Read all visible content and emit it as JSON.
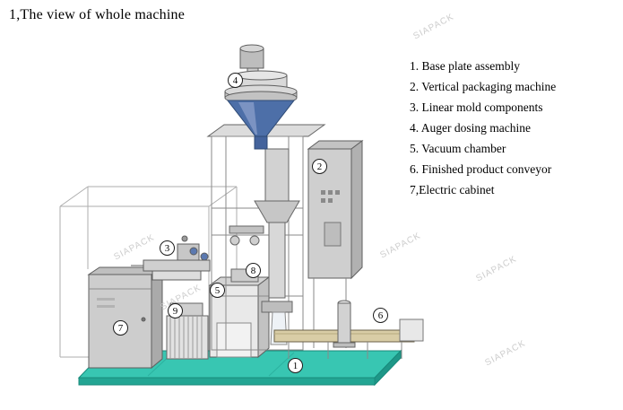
{
  "page": {
    "title": "1,The view of whole machine"
  },
  "legend": {
    "items": [
      "1. Base plate assembly",
      "2. Vertical packaging machine",
      "3. Linear mold components",
      "4. Auger dosing machine",
      "5. Vacuum chamber",
      "6. Finished product conveyor",
      "7,Electric cabinet"
    ]
  },
  "callouts": [
    "1",
    "2",
    "3",
    "4",
    "5",
    "6",
    "7",
    "8",
    "9"
  ],
  "watermark": {
    "text": "SIAPACK"
  },
  "colors": {
    "base_plate_teal": "#38c6b2",
    "base_plate_edge": "#23a593",
    "funnel_blue": "#4d6fa8",
    "machine_gray": "#cfcfcf",
    "conveyor_tan": "#d9cda6",
    "watermark_gray": "#c8c8c8"
  }
}
